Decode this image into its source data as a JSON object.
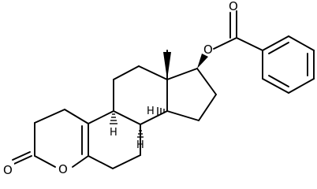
{
  "atoms": {
    "carbonyl_oxygen_ring": "O",
    "ring_oxygen": "O",
    "ester_oxygen": "O",
    "ester_carbonyl_oxygen": "O"
  },
  "stereo_h": {
    "h_c8": "H",
    "h_c9": "H",
    "h_c14": "H"
  },
  "colors": {
    "bond": "#000000",
    "background": "#ffffff"
  }
}
